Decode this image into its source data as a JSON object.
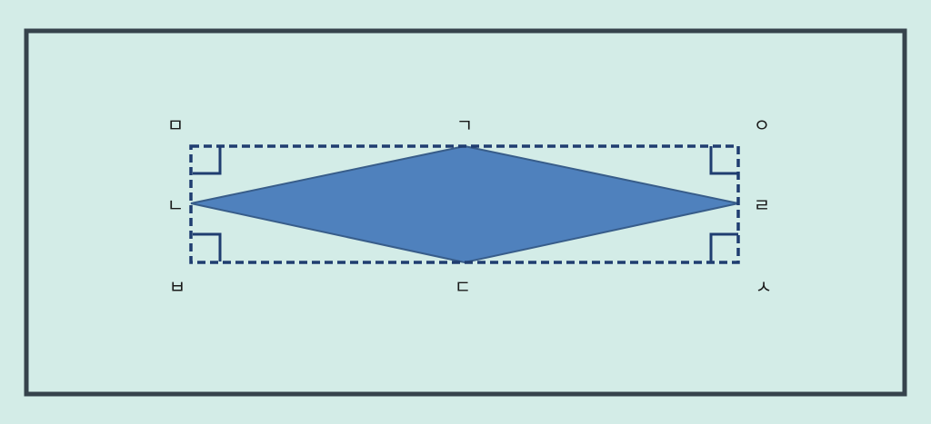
{
  "colors": {
    "background": "#d3ece7",
    "frame": "#36434c",
    "rhombus_fill": "#4f81bd",
    "rhombus_stroke": "#385d8a",
    "dashed_rect": "#1f3d70",
    "right_angle_marks": "#1f3d70"
  },
  "labels": {
    "top_left": "ㅁ",
    "top_center": "ㄱ",
    "top_right": "ㅇ",
    "middle_left": "ㄴ",
    "middle_right": "ㄹ",
    "bottom_left": "ㅂ",
    "bottom_center": "ㄷ",
    "bottom_right": "ㅅ"
  }
}
